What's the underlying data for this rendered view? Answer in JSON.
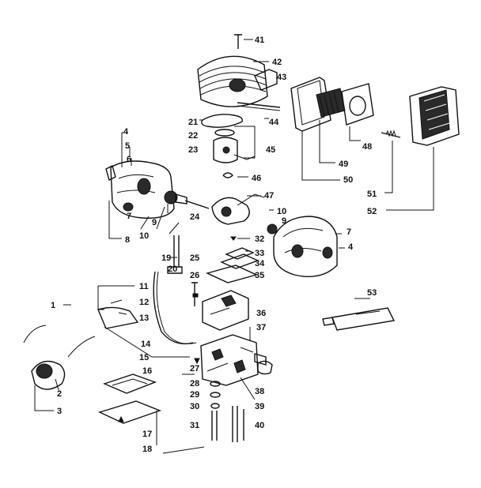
{
  "diagram": {
    "labels": [
      "1",
      "2",
      "3",
      "4",
      "5",
      "6",
      "7",
      "8",
      "9",
      "10",
      "11",
      "12",
      "13",
      "14",
      "15",
      "16",
      "17",
      "18",
      "19",
      "20",
      "21",
      "22",
      "23",
      "24",
      "25",
      "26",
      "27",
      "28",
      "29",
      "30",
      "31",
      "32",
      "33",
      "34",
      "35",
      "36",
      "37",
      "38",
      "39",
      "40",
      "41",
      "42",
      "43",
      "44",
      "45",
      "46",
      "47",
      "48",
      "49",
      "50",
      "51",
      "52",
      "53"
    ],
    "repeat_labels": {
      "4b": "4",
      "7b": "7",
      "9b": "9",
      "10b": "10"
    }
  }
}
